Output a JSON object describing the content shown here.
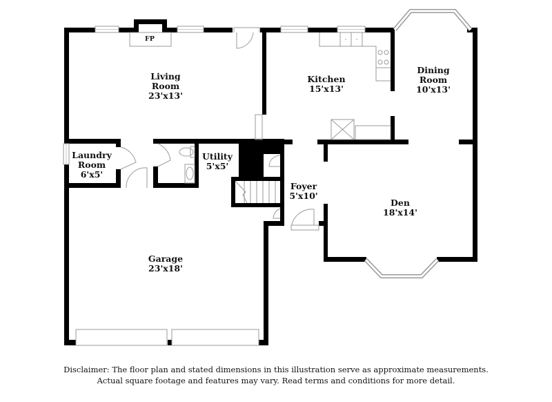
{
  "rooms": {
    "living_room": {
      "name_line1": "Living",
      "name_line2": "Room",
      "dims": "23'x13'"
    },
    "kitchen": {
      "name": "Kitchen",
      "dims": "15'x13'"
    },
    "dining_room": {
      "name_line1": "Dining",
      "name_line2": "Room",
      "dims": "10'x13'"
    },
    "laundry_room": {
      "name_line1": "Laundry",
      "name_line2": "Room",
      "dims": "6'x5'"
    },
    "utility": {
      "name": "Utility",
      "dims": "5'x5'"
    },
    "foyer": {
      "name": "Foyer",
      "dims": "5'x10'"
    },
    "den": {
      "name": "Den",
      "dims": "18'x14'"
    },
    "garage": {
      "name": "Garage",
      "dims": "23'x18'"
    }
  },
  "fixtures": {
    "fireplace": "FP"
  },
  "disclaimer": {
    "line1": "Disclaimer: The floor plan and stated dimensions in this illustration serve as approximate measurements.",
    "line2": "Actual square footage and features may vary. Read terms and conditions for more detail."
  }
}
